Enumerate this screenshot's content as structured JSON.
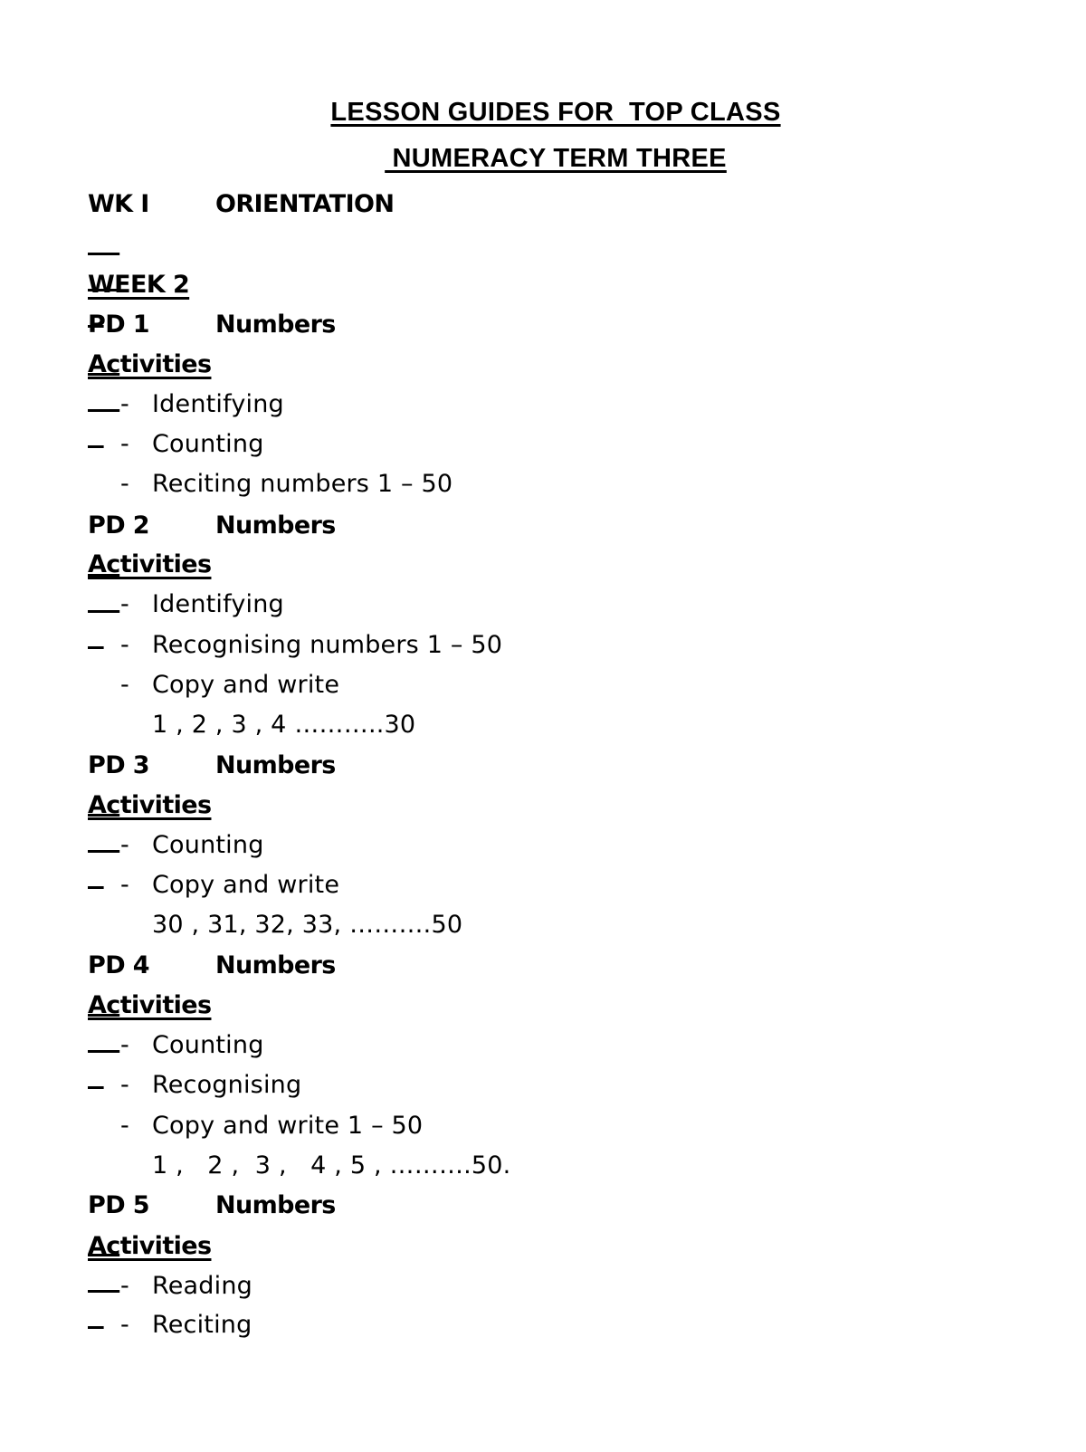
{
  "document": {
    "title_line_1": "LESSON GUIDES FOR  TOP CLASS",
    "title_line_2": " NUMERACY TERM THREE",
    "week1": {
      "label": "WK I",
      "topic": "ORIENTATION"
    },
    "week2": {
      "label": "WEEK 2"
    },
    "bullet_glyph": "-",
    "periods": [
      {
        "label": "PD 1",
        "topic": "Numbers",
        "activities_label": "Activities",
        "items": [
          "Identifying",
          "Counting",
          "Reciting numbers 1 – 50"
        ],
        "continuation": ""
      },
      {
        "label": "PD 2",
        "topic": "Numbers",
        "activities_label": "Activities",
        "items": [
          "Identifying",
          "Recognising numbers 1 – 50",
          "Copy and write"
        ],
        "continuation": "1 , 2 , 3 , 4 ………..30"
      },
      {
        "label": "PD 3",
        "topic": "Numbers",
        "activities_label": "Activities",
        "items": [
          "Counting",
          "Copy and write"
        ],
        "continuation": "30 , 31, 32, 33, ……….50"
      },
      {
        "label": "PD 4",
        "topic": "Numbers",
        "activities_label": "Activities",
        "items": [
          "Counting",
          "Recognising",
          "Copy and write 1 – 50"
        ],
        "continuation": "1 ,   2 ,  3 ,   4 , 5 , ……….50."
      },
      {
        "label": "PD 5",
        "topic": "Numbers",
        "activities_label": "Activities",
        "items": [
          "Reading",
          "Reciting"
        ],
        "continuation": ""
      }
    ]
  }
}
